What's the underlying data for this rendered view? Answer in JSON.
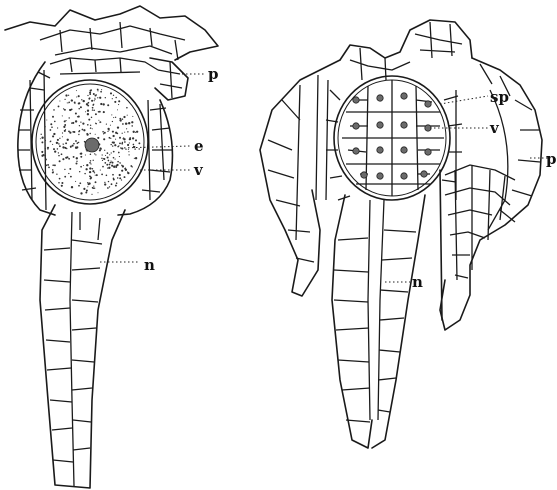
{
  "figure": {
    "left_panel": {
      "labels": {
        "p": "p",
        "e": "e",
        "v": "v",
        "n": "n"
      }
    },
    "right_panel": {
      "labels": {
        "sp": "sp",
        "v": "v",
        "p": "p",
        "n": "n"
      }
    }
  },
  "colors": {
    "ink": "#1a1a1a",
    "stipple": "#333333",
    "background": "#ffffff"
  }
}
